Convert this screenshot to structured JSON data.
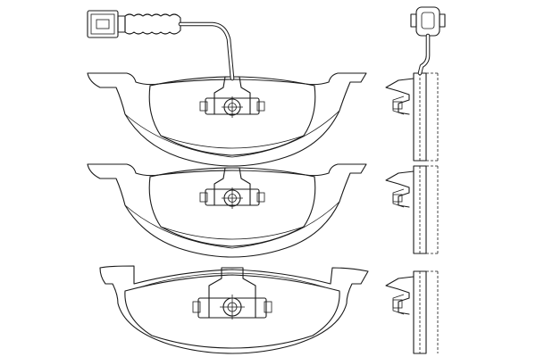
{
  "figure": {
    "pads": [
      {
        "id": "pad-with-wear-sensor",
        "has_sensor": true
      },
      {
        "id": "pad-middle",
        "has_sensor": false
      },
      {
        "id": "pad-bottom",
        "has_sensor": false
      }
    ],
    "views": [
      "front-view",
      "side-view"
    ],
    "line_color": "#1a1a1a",
    "background": "#ffffff"
  }
}
